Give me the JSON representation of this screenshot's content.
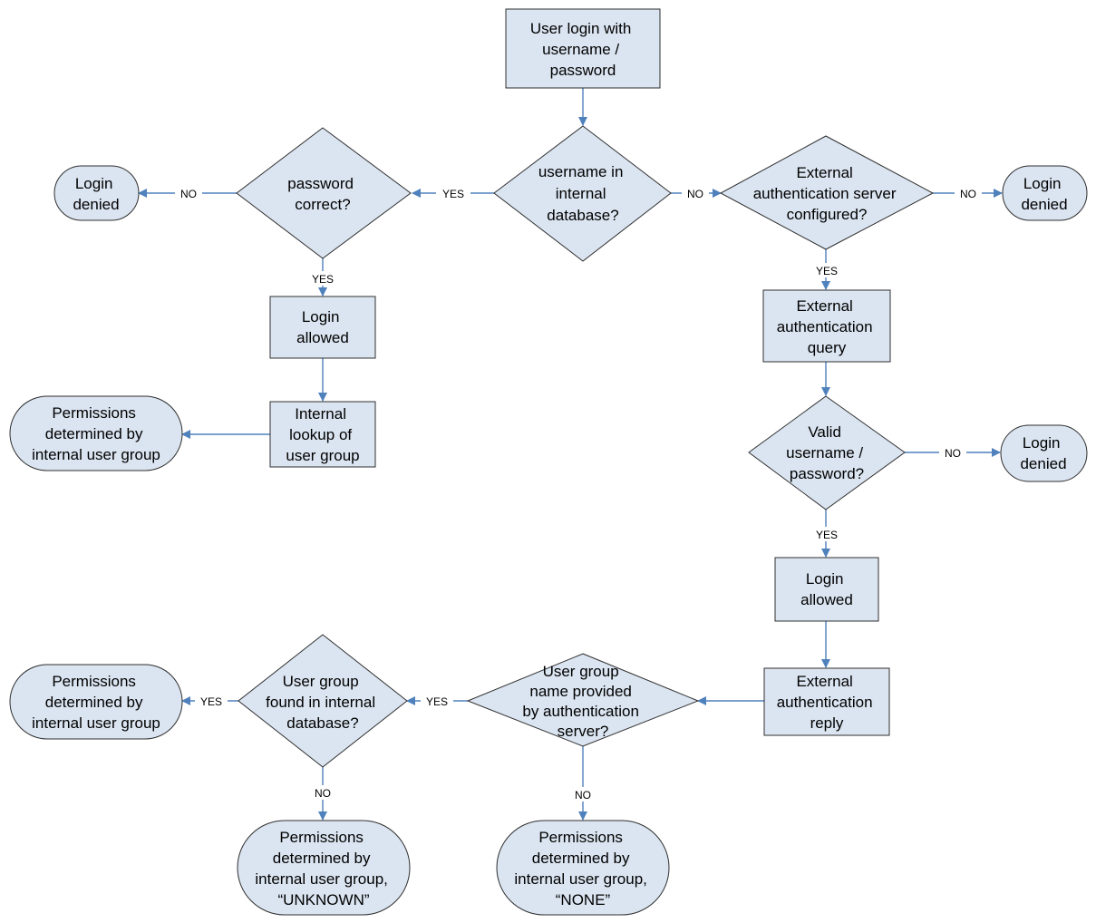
{
  "colors": {
    "node_fill": "#dbe5f1",
    "node_stroke": "#2f2f2f",
    "connector": "#4f81bd",
    "text": "#000000"
  },
  "nodes": {
    "start": [
      "User login with",
      "username /",
      "password"
    ],
    "username_in_db": [
      "username in",
      "internal",
      "database?"
    ],
    "password_correct": [
      "password",
      "correct?"
    ],
    "login_denied_1": [
      "Login",
      "denied"
    ],
    "login_allowed_1": [
      "Login",
      "allowed"
    ],
    "internal_lookup": [
      "Internal",
      "lookup of",
      "user group"
    ],
    "permissions_internal_1": [
      "Permissions",
      "determined by",
      "internal user group"
    ],
    "ext_server_configured": [
      "External",
      "authentication server",
      "configured?"
    ],
    "login_denied_2": [
      "Login",
      "denied"
    ],
    "ext_query": [
      "External",
      "authentication",
      "query"
    ],
    "valid_credentials": [
      "Valid",
      "username /",
      "password?"
    ],
    "login_denied_3": [
      "Login",
      "denied"
    ],
    "login_allowed_2": [
      "Login",
      "allowed"
    ],
    "ext_reply": [
      "External",
      "authentication",
      "reply"
    ],
    "group_name_provided": [
      "User group",
      "name provided",
      "by authentication",
      "server?"
    ],
    "group_found": [
      "User group",
      "found in internal",
      "database?"
    ],
    "permissions_internal_2": [
      "Permissions",
      "determined by",
      "internal user group"
    ],
    "permissions_unknown": [
      "Permissions",
      "determined by",
      "internal user group,",
      "“UNKNOWN”"
    ],
    "permissions_none": [
      "Permissions",
      "determined by",
      "internal user group,",
      "“NONE”"
    ]
  },
  "edges": {
    "username_yes": "YES",
    "password_no": "NO",
    "password_yes": "YES",
    "username_no": "NO",
    "ext_configured_no": "NO",
    "ext_configured_yes": "YES",
    "valid_no": "NO",
    "valid_yes": "YES",
    "group_provided_yes": "YES",
    "group_provided_no": "NO",
    "group_found_yes": "YES",
    "group_found_no": "NO"
  }
}
